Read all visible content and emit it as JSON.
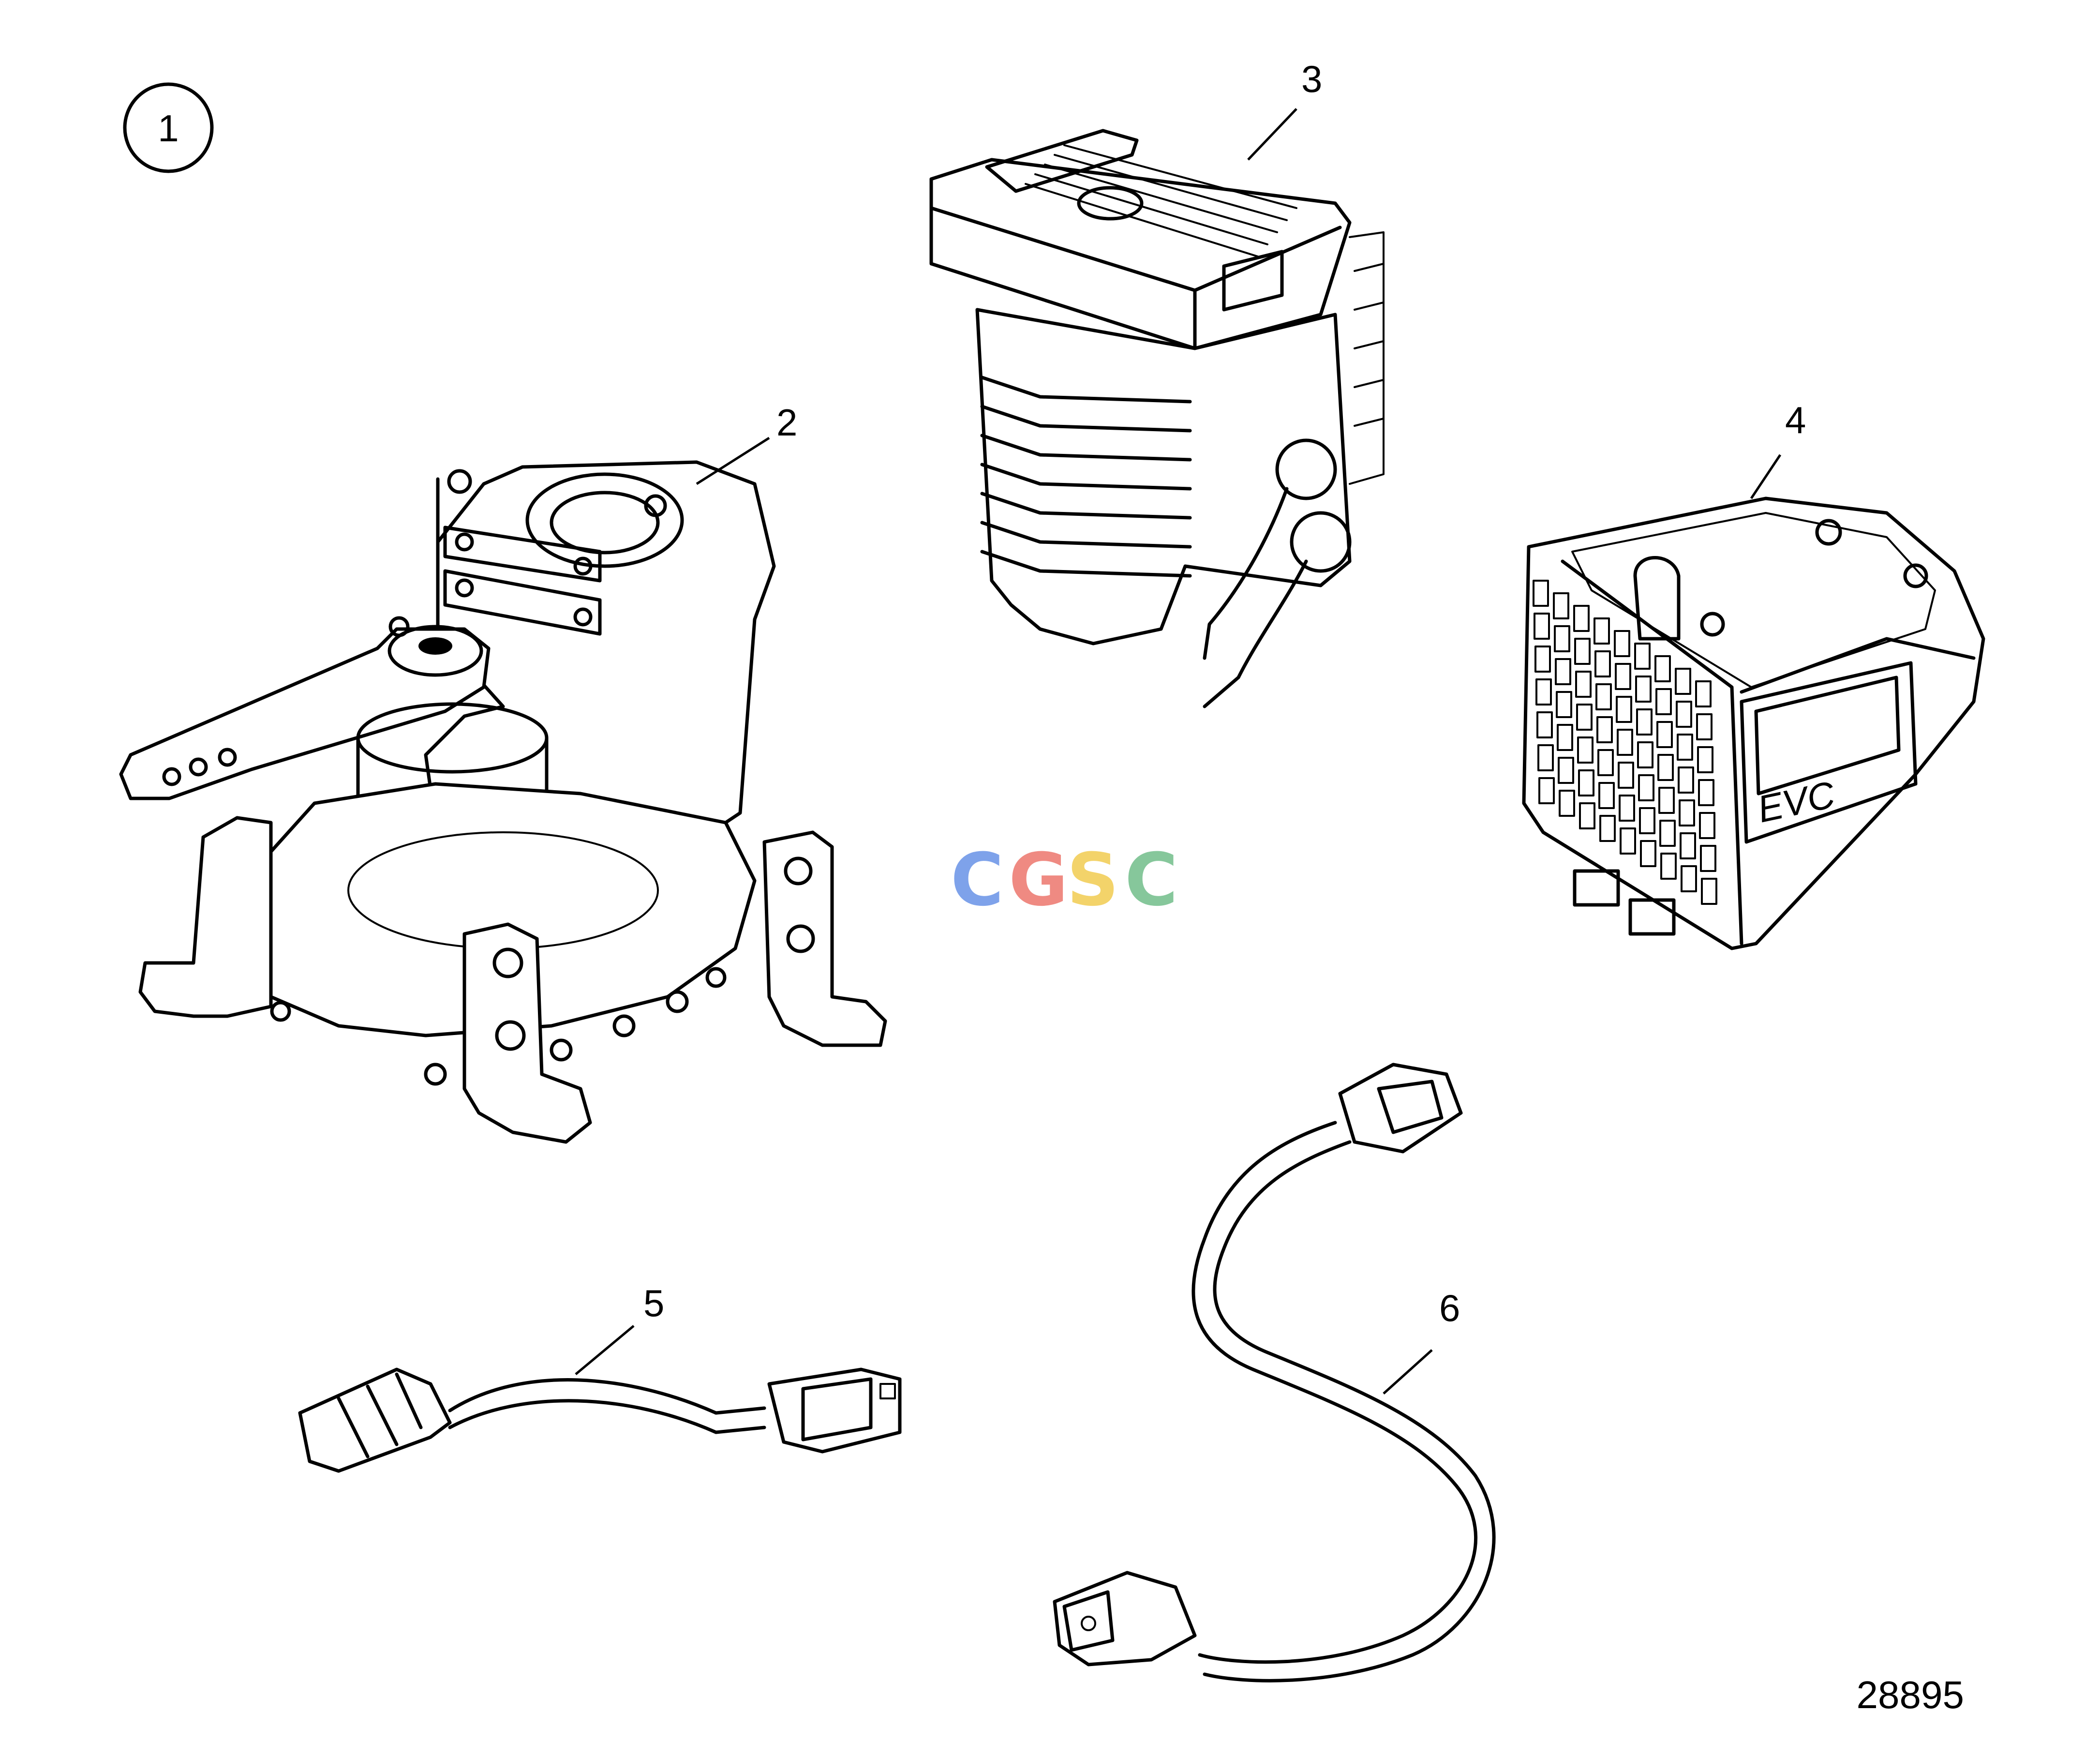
{
  "figure": {
    "group_number": "1",
    "reference_number": "28895",
    "callouts": [
      {
        "id": "2",
        "label": "2"
      },
      {
        "id": "3",
        "label": "3"
      },
      {
        "id": "4",
        "label": "4"
      },
      {
        "id": "5",
        "label": "5"
      },
      {
        "id": "6",
        "label": "6"
      }
    ],
    "module_badge_text": "EVC"
  },
  "watermark": {
    "letters": [
      "C",
      "G",
      "S",
      "C"
    ],
    "colors": [
      "#7ea2ea",
      "#ef8a82",
      "#f3d36a",
      "#86c79b"
    ]
  }
}
